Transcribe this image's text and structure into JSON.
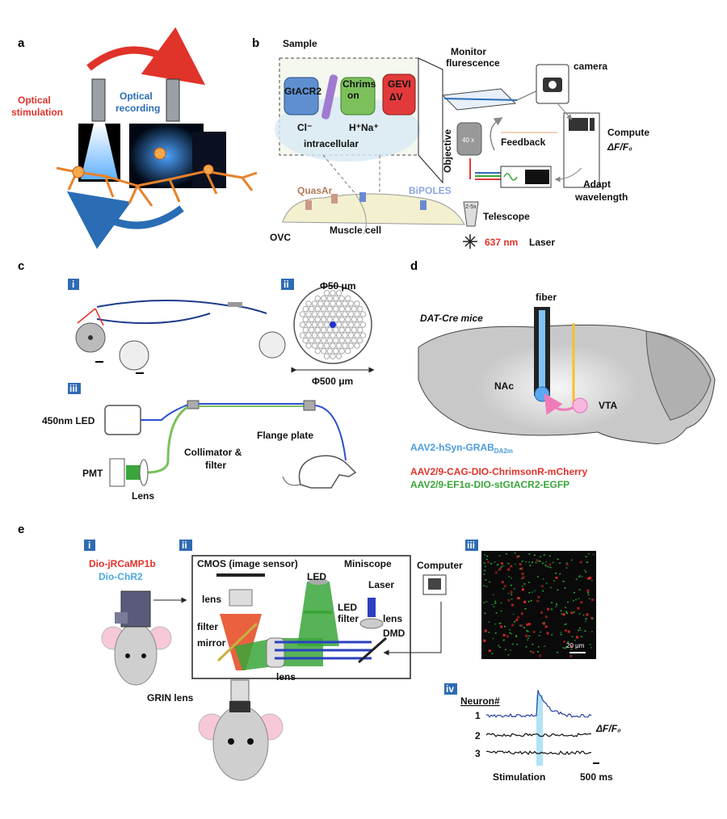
{
  "colors": {
    "red": "#e0332a",
    "blue": "#2a6db5",
    "lightblue": "#4a9de0",
    "green": "#3aa63a",
    "badge": "#2f6bb3",
    "quasar": "#b07a5a",
    "bipoles": "#8aa6e0"
  },
  "panel_a": {
    "letter": "a",
    "stim_line1": "Optical",
    "stim_line2": "stimulation",
    "rec_line1": "Optical",
    "rec_line2": "recording"
  },
  "panel_b": {
    "letter": "b",
    "sample": "Sample",
    "gtacr2": "GtACR2",
    "chrims1": "Chrims",
    "chrims2": "on",
    "gevi": "GEVI",
    "dv": "ΔV",
    "cl": "Cl⁻",
    "hna": "H⁺Na⁺",
    "intracellular": "intracellular",
    "monitor1": "Monitor",
    "monitor2": "flurescence",
    "camera": "camera",
    "compute": "Compute",
    "dff": "ΔF/F₀",
    "feedback": "Feedback",
    "objective": "Objective",
    "obj_mag": "40 x",
    "adapt1": "Adapt",
    "adapt2": "wavelength",
    "telescope": "Telescope",
    "tele_mag": "2-5x",
    "laser_nm": "637 nm",
    "laser": "Laser",
    "quasar": "QuasAr",
    "bipoles": "BiPOLES",
    "ovc": "OVC",
    "muscle": "Muscle cell"
  },
  "panel_c": {
    "letter": "c",
    "sub_i": "i",
    "sub_ii": "ii",
    "sub_iii": "iii",
    "phi50": "Φ50 μm",
    "phi500": "Φ500 μm",
    "led": "450nm LED",
    "pmt": "PMT",
    "lens": "Lens",
    "collimator1": "Collimator &",
    "collimator2": "filter",
    "flange": "Flange plate"
  },
  "panel_d": {
    "letter": "d",
    "fiber": "fiber",
    "mice": "DAT-Cre mice",
    "nac": "NAc",
    "vta": "VTA",
    "virus1": "AAV2-hSyn-GRAB",
    "virus1_sub": "DA2m",
    "virus2": "AAV2/9-CAG-DIO-ChrimsonR-mCherry",
    "virus3": "AAV2/9-EF1α-DIO-stGtACR2-EGFP"
  },
  "panel_e": {
    "letter": "e",
    "sub_i": "i",
    "sub_ii": "ii",
    "sub_iii": "iii",
    "sub_iv": "iv",
    "dio1": "Dio-jRCaMP1b",
    "dio2": "Dio-ChR2",
    "cmos": "CMOS (image sensor)",
    "miniscope": "Miniscope",
    "led": "LED",
    "led_filter1": "LED",
    "led_filter2": "filter",
    "laser": "Laser",
    "lens": "lens",
    "filter": "filter",
    "mirror": "mirror",
    "dmd": "DMD",
    "computer": "Computer",
    "grin": "GRIN lens",
    "scalebar": "20 μm",
    "neuron": "Neuron#",
    "n1": "1",
    "n2": "2",
    "n3": "3",
    "dff": "ΔF/F₀",
    "stimulation": "Stimulation",
    "time": "500 ms"
  }
}
